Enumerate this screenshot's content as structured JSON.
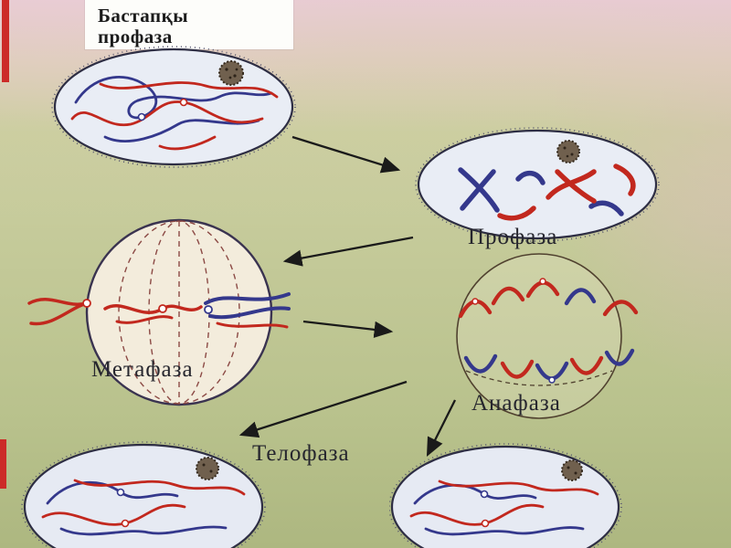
{
  "diagram": {
    "title_box": "Бастапқы\nпрофаза",
    "stages": {
      "prophase": "Профаза",
      "metaphase": "Метафаза",
      "anaphase": "Анафаза",
      "telophase": "Телофаза"
    },
    "colors": {
      "chromosome_red": "#c2281e",
      "chromosome_blue": "#34388c",
      "cell_fill": "#e9edf5",
      "spindle_fill": "#f3ecdc",
      "background_olive": "#c3c996",
      "background_pink": "#e8ccd2",
      "accent_stripe_red": "#cc2b28",
      "label_color": "#26262e"
    }
  }
}
